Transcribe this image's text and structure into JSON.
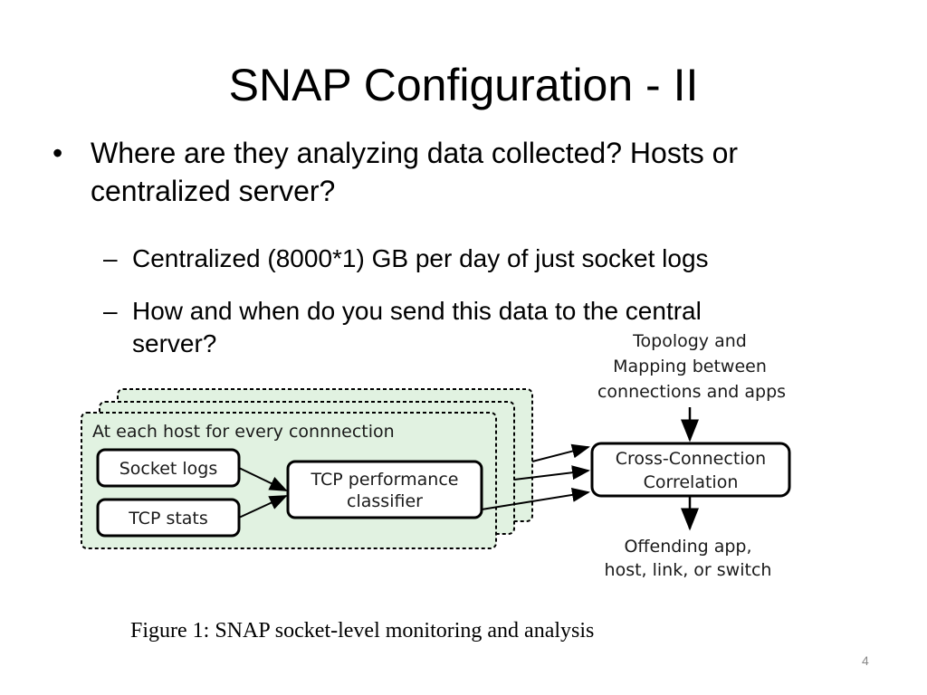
{
  "title": "SNAP Configuration - II",
  "bullets": [
    {
      "text": "Where are they analyzing data collected? Hosts or centralized server?",
      "sub": [
        "Centralized (8000*1) GB per day of just socket logs",
        "How and when do you send this data to the central server?"
      ]
    }
  ],
  "diagram": {
    "host_label": "At each host for every connnection",
    "socket_logs": "Socket logs",
    "tcp_stats": "TCP stats",
    "classifier_line1": "TCP performance",
    "classifier_line2": "classifier",
    "correlation_line1": "Cross-Connection",
    "correlation_line2": "Correlation",
    "topology_line1": "Topology and",
    "topology_line2": "Mapping between",
    "topology_line3": "connections and apps",
    "output_line1": "Offending app,",
    "output_line2": "host, link, or switch",
    "colors": {
      "host_fill": "#e1f2e1",
      "box_stroke": "#000000"
    }
  },
  "caption": "Figure 1:  SNAP socket-level monitoring and analysis",
  "slide_number": "4"
}
